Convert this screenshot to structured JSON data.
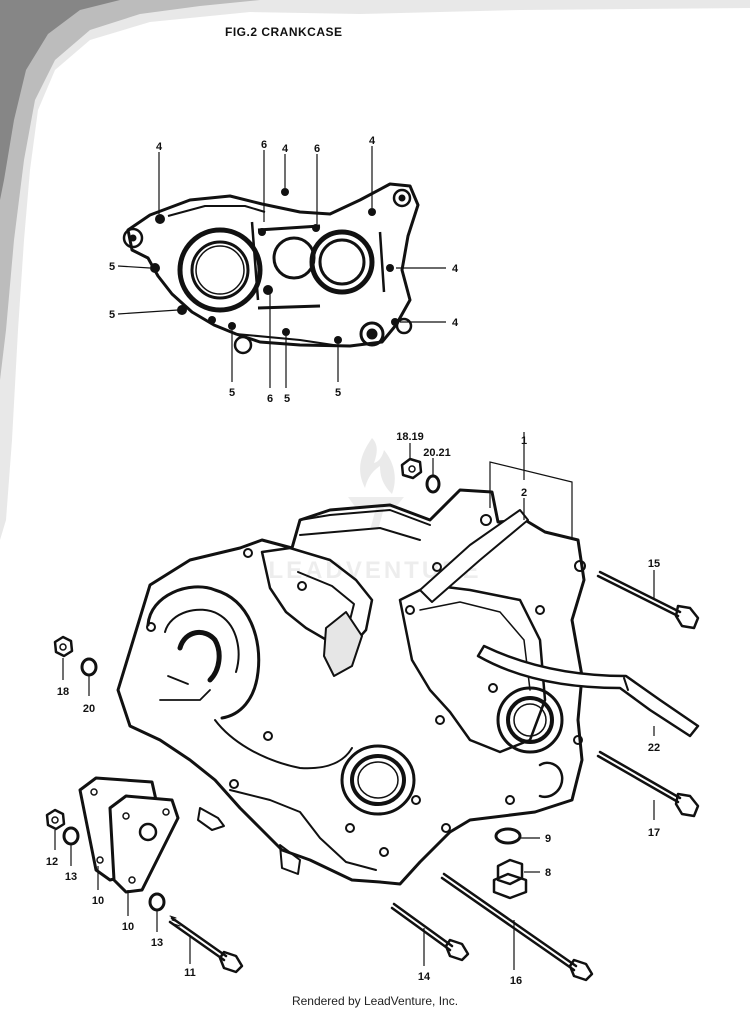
{
  "figure": {
    "title": "FIG.2  CRANKCASE",
    "watermark": "LEADVENTURE"
  },
  "top_view_callouts": [
    "4",
    "6",
    "4",
    "6",
    "4",
    "5",
    "4",
    "5",
    "4",
    "5",
    "6",
    "5",
    "5"
  ],
  "main_view_callouts": [
    "18.19",
    "20.21",
    "1",
    "2",
    "15",
    "18",
    "20",
    "22",
    "9",
    "17",
    "8",
    "12",
    "13",
    "10",
    "10",
    "13",
    "11",
    "14",
    "16"
  ],
  "footer": "Rendered by LeadVenture, Inc.",
  "colors": {
    "ink": "#111111",
    "paper": "#ffffff",
    "watermark": "#e6e6e6"
  }
}
